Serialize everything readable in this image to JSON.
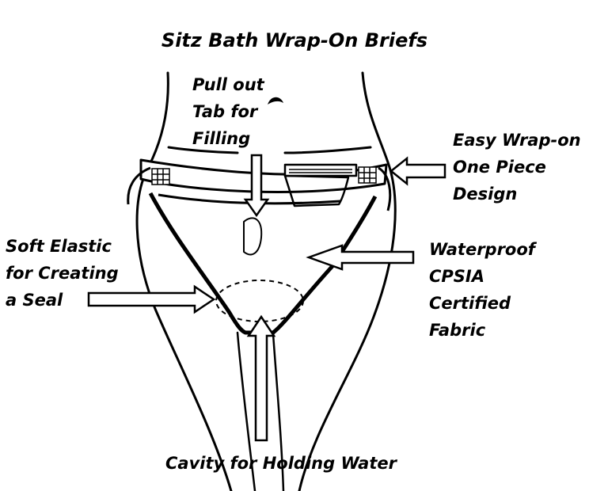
{
  "title": "Sitz Bath Wrap-On Briefs",
  "callouts": {
    "filling_tab": [
      "Pull out",
      "Tab for",
      "Filling"
    ],
    "wrap_design": [
      "Easy Wrap-on",
      "One Piece",
      "Design"
    ],
    "soft_elastic": [
      "Soft Elastic",
      "for Creating",
      "a Seal"
    ],
    "fabric": [
      "Waterproof",
      "CPSIA",
      "Certified",
      "Fabric"
    ],
    "cavity": "Cavity for Holding Water"
  }
}
